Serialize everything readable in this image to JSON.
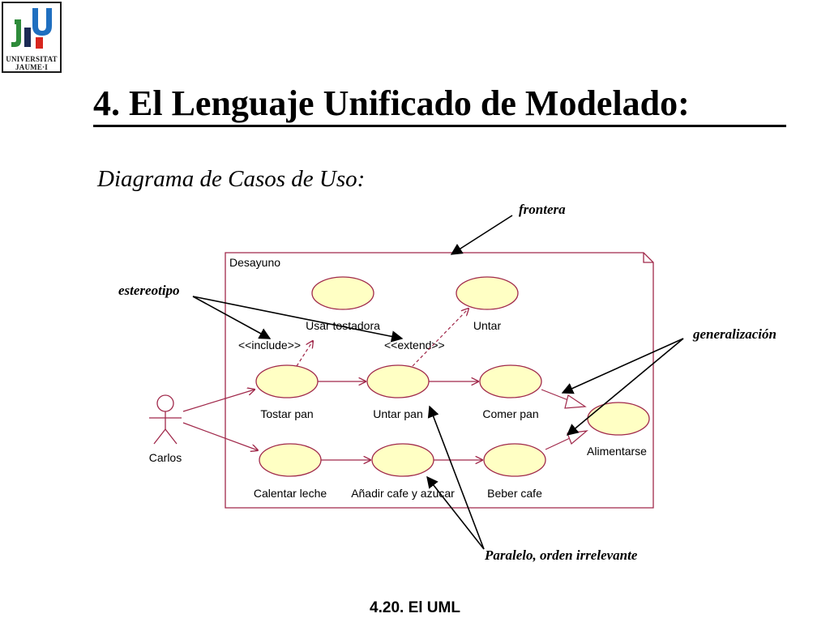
{
  "logo": {
    "line1": "UNIVERSITAT",
    "line2": "JAUME·I",
    "colors": {
      "blue": "#1f6fc0",
      "green": "#2e8b3a",
      "red": "#d7261e",
      "navy": "#1b2a55"
    }
  },
  "title": "4. El Lenguaje Unificado de Modelado:",
  "subtitle": "Diagrama de Casos de Uso:",
  "diagram": {
    "system_name": "Desayuno",
    "actor": "Carlos",
    "use_cases": {
      "usar_tostadora": "Usar tostadora",
      "untar": "Untar",
      "tostar_pan": "Tostar pan",
      "untar_pan": "Untar pan",
      "comer_pan": "Comer pan",
      "alimentarse": "Alimentarse",
      "calentar_leche": "Calentar leche",
      "anadir_cafe": "Añadir cafe y azucar",
      "beber_cafe": "Beber cafe"
    },
    "stereotypes": {
      "include": "<<include>>",
      "extend": "<<extend>>"
    },
    "annotations": {
      "frontera": "frontera",
      "estereotipo": "estereotipo",
      "generalizacion": "generalización",
      "paralelo": "Paralelo, orden irrelevante"
    },
    "colors": {
      "use_case_fill": "#ffffc4",
      "uml_line": "#a0284a",
      "annotation_line": "#000000"
    }
  },
  "footer": "4.20. El UML"
}
